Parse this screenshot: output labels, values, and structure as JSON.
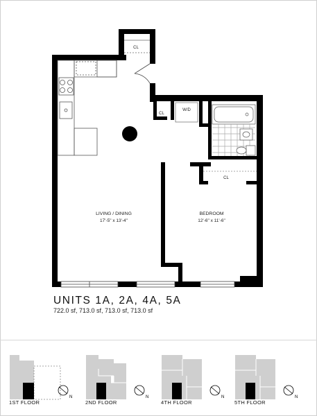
{
  "plan": {
    "rooms": {
      "closet_top": "CL",
      "closet_mid": "CL",
      "washer_dryer": "W/D",
      "closet_bedroom": "CL",
      "living_name": "LIVING / DINING",
      "living_dims": "17'-5\" x 13'-4\"",
      "bedroom_name": "BEDROOM",
      "bedroom_dims": "12'-6\" x 11'-6\""
    }
  },
  "title": "UNITS 1A, 2A, 4A, 5A",
  "areas": "722.0 sf, 713.0 sf, 713.0 sf, 713.0 sf",
  "compass_letter": "N",
  "key_plans": [
    {
      "label": "1ST FLOOR",
      "compass": "N"
    },
    {
      "label": "2ND FLOOR",
      "compass": "N"
    },
    {
      "label": "4TH FLOOR",
      "compass": "N"
    },
    {
      "label": "5TH FLOOR",
      "compass": "N"
    }
  ]
}
